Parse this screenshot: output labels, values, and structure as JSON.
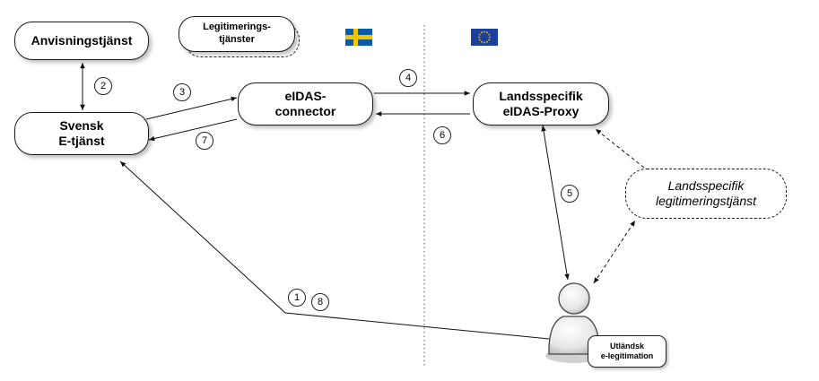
{
  "nodes": {
    "anvisningstjanst": "Anvisningstjänst",
    "legitimeringstjanster": "Legitimerings-\ntjänster",
    "svensk_etjanst": "Svensk\nE-tjänst",
    "eidas_connector": "eIDAS-\nconnector",
    "landsspecifik_proxy": "Landsspecifik\neIDAS-Proxy",
    "landsspecifik_legitimering": "Landsspecifik\nlegitimeringstjänst",
    "utlandsk_elegitimation": "Utländsk\ne-legitimation"
  },
  "steps": {
    "s1": "1",
    "s2": "2",
    "s3": "3",
    "s4": "4",
    "s5": "5",
    "s6": "6",
    "s7": "7",
    "s8": "8"
  },
  "colors": {
    "sweden_blue": "#0a5ba8",
    "sweden_yellow": "#f5c400",
    "eu_blue": "#1d3fa0",
    "eu_star": "#f2d100"
  },
  "icons": {
    "flag_left": "sweden-flag-icon",
    "flag_right": "eu-flag-icon",
    "user": "person-icon"
  }
}
